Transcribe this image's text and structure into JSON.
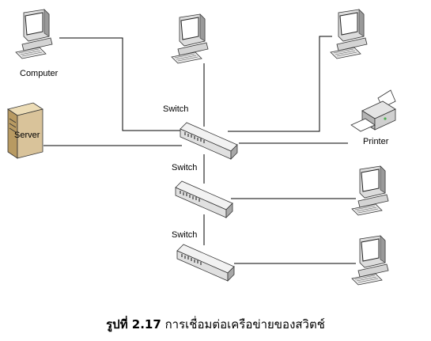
{
  "labels": {
    "computer": "Computer",
    "server": "Server",
    "printer": "Printer",
    "switch_1": "Switch",
    "switch_2": "Switch",
    "switch_3": "Switch"
  },
  "caption": {
    "prefix": "รูปที่ 2.17",
    "text": "การเชื่อมต่อเครือข่ายของสวิตช์"
  },
  "colors": {
    "line": "#000000",
    "monitor_body": "#eeeeee",
    "screen": "#ffffff",
    "server_body": "#d9c39a",
    "switch_body": "#e6e6e6"
  }
}
